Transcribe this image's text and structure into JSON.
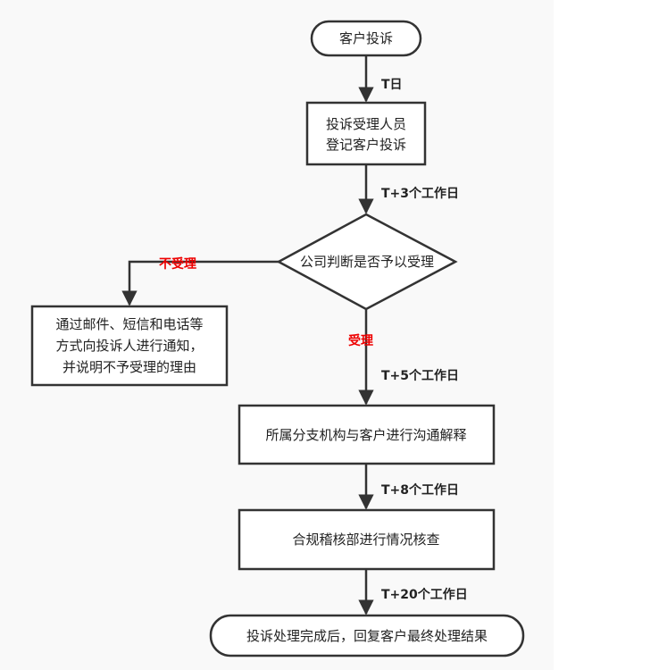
{
  "nodes": {
    "start": {
      "label": "客户投诉"
    },
    "register": {
      "lines": [
        "投诉受理人员",
        "登记客户投诉"
      ]
    },
    "decision": {
      "label": "公司判断是否予以受理"
    },
    "reject_notice": {
      "lines": [
        "通过邮件、短信和电话等",
        "方式向投诉人进行通知，",
        "并说明不予受理的理由"
      ]
    },
    "branch_comm": {
      "label": "所属分支机构与客户进行沟通解释"
    },
    "compliance": {
      "label": "合规稽核部进行情况核查"
    },
    "end": {
      "label": "投诉处理完成后，回复客户最终处理结果"
    }
  },
  "edges": {
    "t0": "T日",
    "t3": "T+3个工作日",
    "reject": "不受理",
    "accept": "受理",
    "t5": "T+5个工作日",
    "t8": "T+8个工作日",
    "t20": "T+20个工作日"
  },
  "colors": {
    "canvas": "#f9f9f9",
    "stroke": "#333333",
    "text": "#222222",
    "reject_accent": "#ee0000"
  }
}
